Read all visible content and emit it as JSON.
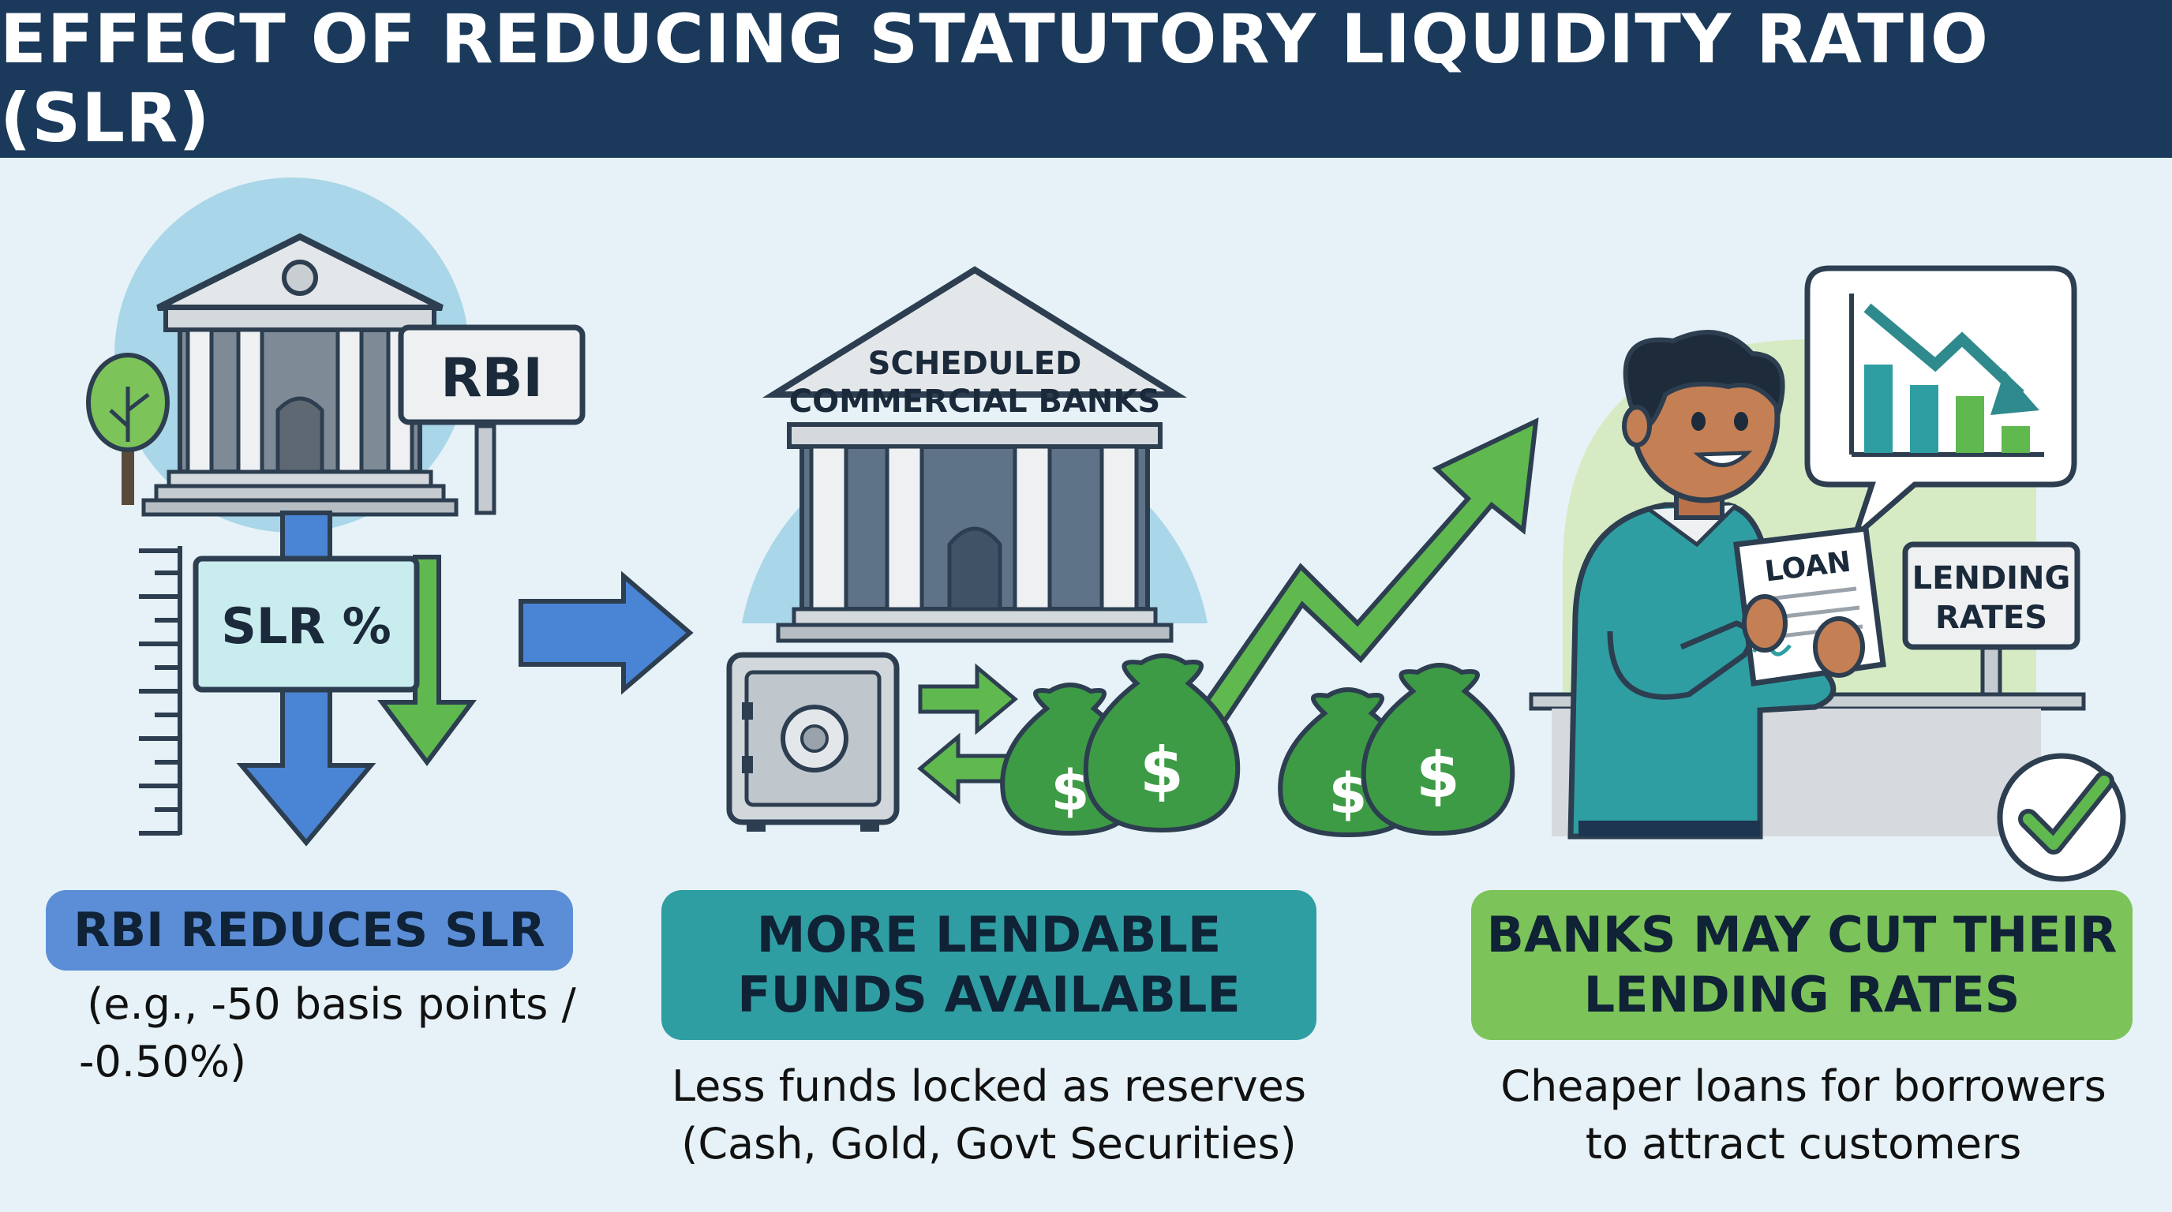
{
  "header": {
    "title": "EFFECT OF REDUCING STATUTORY LIQUIDITY RATIO (SLR)"
  },
  "colors": {
    "header_bg": "#1b3a5b",
    "blue_accent": "#5b8ed6",
    "teal_accent": "#2f9ea2",
    "green_accent": "#7cc35a",
    "money_green": "#3d9b45"
  },
  "panel_rbi": {
    "sign_label": "RBI",
    "slr_box_label": "SLR %",
    "pill_label": "RBI REDUCES SLR",
    "caption_line1": "(e.g., -50 basis points /",
    "caption_line2": "-0.50%)"
  },
  "panel_banks": {
    "bank_label_line1": "SCHEDULED",
    "bank_label_line2": "COMMERCIAL BANKS",
    "pill_line1": "MORE LENDABLE",
    "pill_line2": "FUNDS AVAILABLE",
    "caption_line1": "Less funds locked as reserves",
    "caption_line2": "(Cash, Gold, Govt Securities)",
    "money_symbol": "$"
  },
  "panel_lending": {
    "document_label": "LOAN",
    "sign_line1": "LENDING",
    "sign_line2": "RATES",
    "pill_line1": "BANKS MAY CUT THEIR",
    "pill_line2": "LENDING RATES",
    "caption_line1": "Cheaper loans for borrowers",
    "caption_line2": "to attract customers"
  },
  "icons": [
    "bank-building-icon",
    "tree-icon",
    "down-arrow-icon",
    "right-arrow-icon",
    "safe-vault-icon",
    "money-bag-icon",
    "trend-up-arrow-icon",
    "bar-chart-down-icon",
    "check-mark-icon",
    "person-icon",
    "loan-document-icon"
  ]
}
